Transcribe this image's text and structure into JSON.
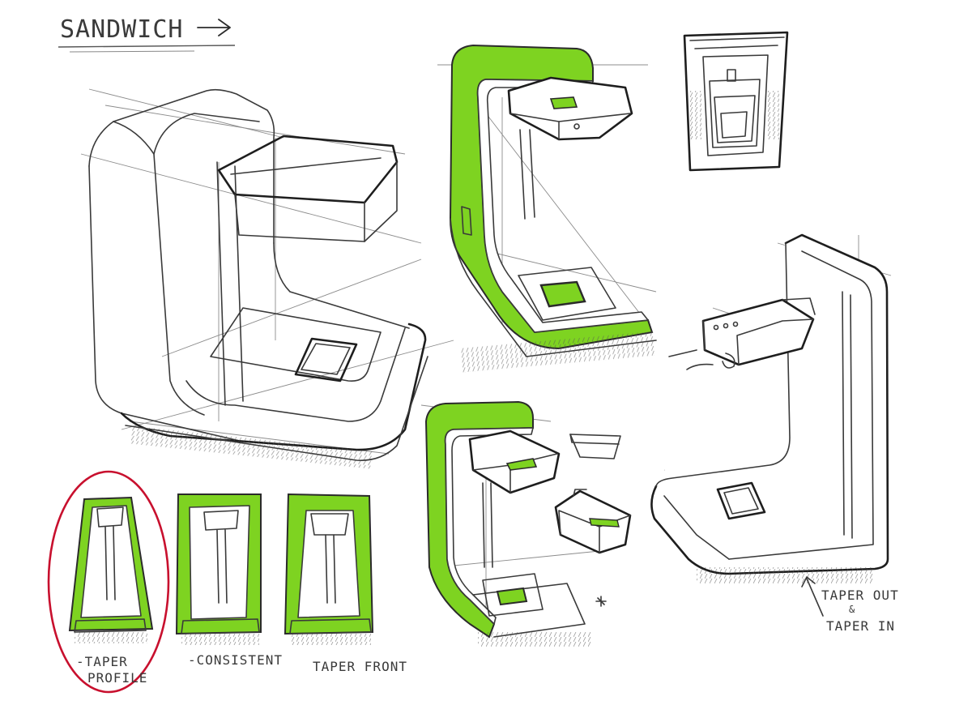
{
  "title": "SANDWICH",
  "notes": {
    "taper_profile_line1": "-TAPER",
    "taper_profile_line2": "PROFILE",
    "consistent": "-CONSISTENT",
    "taper_front": "TAPER FRONT",
    "taper_out_line1": "TAPER OUT",
    "taper_out_line2": "&",
    "taper_in": "TAPER IN"
  },
  "colors": {
    "accent_green": "#7ed321",
    "ink": "#2b2b2b",
    "highlight_circle": "#c8102e",
    "paper": "#ffffff"
  }
}
